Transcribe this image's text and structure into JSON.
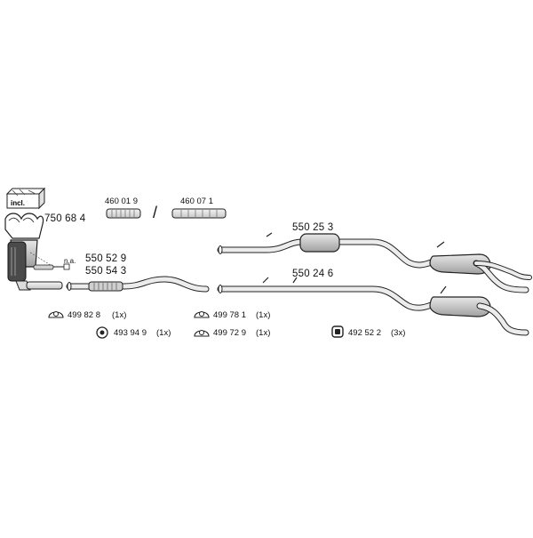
{
  "diagram": {
    "incl_label": "incl.",
    "na_label": "n.a.",
    "separator": "/",
    "parts": {
      "front_pipe_set": "750 68 4",
      "repair_pipe_a": "460 01 9",
      "repair_pipe_b": "460 07 1",
      "center_pipe_a": "550 52 9",
      "center_pipe_b": "550 54 3",
      "rear_system_a": "550 25 3",
      "rear_system_b": "550 24 6"
    },
    "mounting_parts": [
      {
        "number": "499 82 8",
        "qty": "(1x)",
        "icon": "rubber-hanger-icon"
      },
      {
        "number": "493 94 9",
        "qty": "(1x)",
        "icon": "hanger-clip-icon"
      },
      {
        "number": "499 78 1",
        "qty": "(1x)",
        "icon": "rubber-hanger-icon"
      },
      {
        "number": "499 72 9",
        "qty": "(1x)",
        "icon": "rubber-hanger-icon"
      },
      {
        "number": "492 52 2",
        "qty": "(3x)",
        "icon": "rubber-block-icon"
      }
    ]
  }
}
